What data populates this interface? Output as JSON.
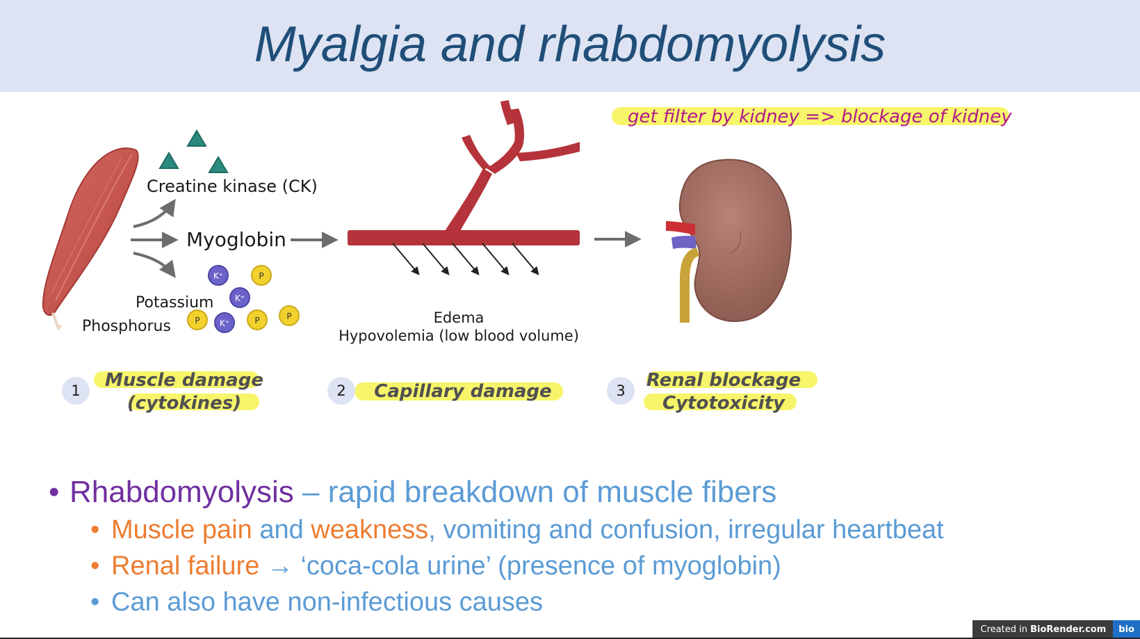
{
  "title": "Myalgia and rhabdomyolysis",
  "handwritten_note": "get filter by kidney => blockage of kidney",
  "diagram": {
    "labels": {
      "creatine_kinase": "Creatine kinase (CK)",
      "myoglobin": "Myoglobin",
      "potassium": "Potassium",
      "phosphorus": "Phosphorus",
      "edema": "Edema",
      "hypovolemia": "Hypovolemia (low blood volume)"
    },
    "ions": {
      "potassium": "K⁺",
      "phosphorus": "P"
    },
    "steps": [
      {
        "number": "1",
        "line1": "Muscle damage",
        "line2": "(cytokines)"
      },
      {
        "number": "2",
        "line1": "Capillary damage",
        "line2": ""
      },
      {
        "number": "3",
        "line1": "Renal blockage",
        "line2": "Cytotoxicity"
      }
    ]
  },
  "bullets": {
    "main_term": "Rhabdomyolysis",
    "main_rest": " – rapid breakdown of muscle fibers",
    "sub1": {
      "a": "Muscle pain",
      "b": " and ",
      "c": "weakness",
      "d": ", vomiting and confusion, irregular heartbeat"
    },
    "sub2": {
      "a": "Renal failure",
      "b": " → ‘coca-cola urine’ (presence of myoglobin)"
    },
    "sub3": "Can also have non-infectious causes"
  },
  "watermark": {
    "prefix": "Created in ",
    "brand": "BioRender.com",
    "logo": "bio"
  },
  "colors": {
    "title": "#1f4e79",
    "title_band": "#dde3f2",
    "highlight": "#f7f56a",
    "purple": "#7030a0",
    "blue": "#5b9bd5",
    "orange": "#ed7d31",
    "note": "#b0198c",
    "vessel": "#b5333a",
    "ck": "#2a8a7e",
    "potassium_ion": "#6b63c9",
    "phosphorus_ion": "#f3d12c"
  }
}
